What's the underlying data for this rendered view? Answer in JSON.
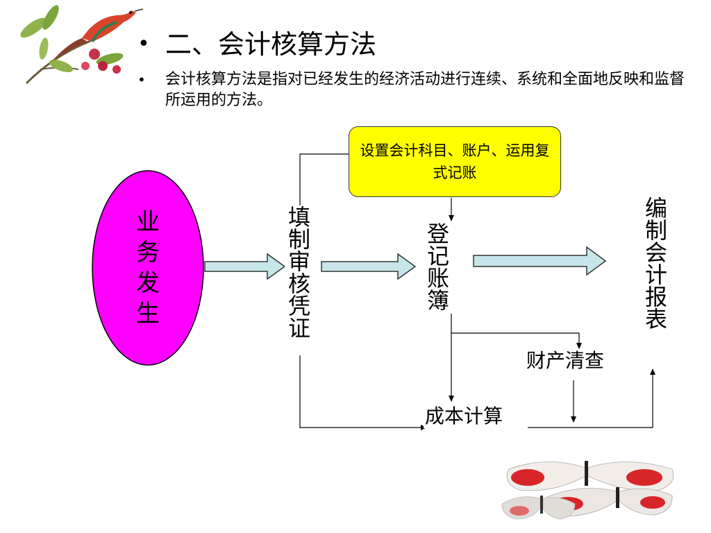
{
  "slide": {
    "heading": "二、会计核算方法",
    "bullet_symbol": "•",
    "description": "会计核算方法是指对已经发生的经济活动进行连续、系统和全面地反映和监督所运用的方法。"
  },
  "diagram": {
    "business_occurrence": "业务发生",
    "fill_review_voucher": "填制审核凭证",
    "setup_accounts": "设置会计科目、账户、运用复式记账",
    "register_ledger": "登记账簿",
    "prepare_reports": "编制会计报表",
    "property_inventory": "财产清查",
    "cost_calculation": "成本计算"
  },
  "colors": {
    "ellipse_fill": "#ff00ff",
    "setup_box_fill": "#ffff00",
    "arrow_fill": "#c6e6ea"
  },
  "decorations": [
    "bird-on-flower-branch-illustration",
    "butterflies-illustration"
  ]
}
